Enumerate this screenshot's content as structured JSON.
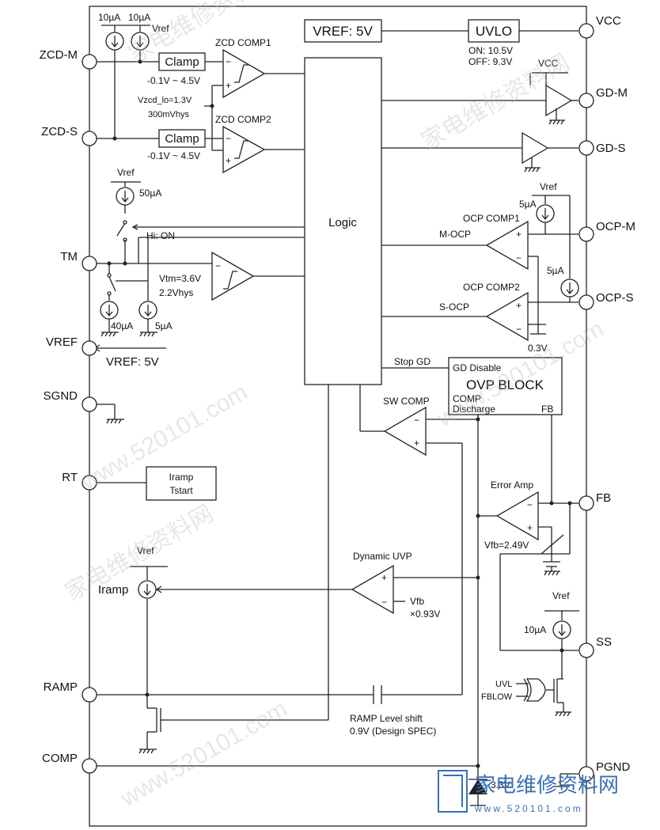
{
  "pins": {
    "vcc": "VCC",
    "gd_m": "GD-M",
    "gd_s": "GD-S",
    "ocp_m": "OCP-M",
    "ocp_s": "OCP-S",
    "fb": "FB",
    "ss": "SS",
    "pgnd": "PGND",
    "zcd_m": "ZCD-M",
    "zcd_s": "ZCD-S",
    "tm": "TM",
    "vref": "VREF",
    "sgnd": "SGND",
    "rt": "RT",
    "ramp": "RAMP",
    "comp": "COMP"
  },
  "blocks": {
    "vref_box": "VREF: 5V",
    "uvlo": "UVLO",
    "uvlo_on": "ON: 10.5V",
    "uvlo_off": "OFF: 9.3V",
    "logic": "Logic",
    "clamp1": "Clamp",
    "clamp2": "Clamp",
    "zcd_comp1": "ZCD COMP1",
    "zcd_comp2": "ZCD COMP2",
    "clamp_range1": "-0.1V ~ 4.5V",
    "clamp_range2": "-0.1V ~ 4.5V",
    "vzcd": "Vzcd_lo=1.3V",
    "vzcd_hys": "300mVhys",
    "cur_10ua_a": "10µA",
    "cur_10ua_b": "10µA",
    "vref_top": "Vref",
    "vref_tm": "Vref",
    "cur_50ua": "50µA",
    "hi_on": "Hi: ON",
    "vtm": "Vtm=3.6V",
    "vtm_hys": "2.2Vhys",
    "cur_40ua": "40µA",
    "cur_5ua_tm": "5µA",
    "vref_out": "VREF: 5V",
    "vcc_gate": "VCC",
    "ocp_comp1": "OCP COMP1",
    "ocp_comp2": "OCP COMP2",
    "m_ocp": "M-OCP",
    "s_ocp": "S-OCP",
    "cur_5ua_ocp1": "5µA",
    "cur_5ua_ocp2": "5µA",
    "vref_ocp": "Vref",
    "v_0_3": "0.3V",
    "stop_gd": "Stop GD",
    "gd_disable": "GD Disable",
    "ovp_block": "OVP BLOCK",
    "comp_dis_1": "COMP",
    "comp_dis_2": "Discharge",
    "fb_port": "FB",
    "sw_comp": "SW COMP",
    "error_amp": "Error Amp",
    "vfb": "Vfb=2.49V",
    "iramp_box_1": "Iramp",
    "iramp_box_2": "Tstart",
    "vref_iramp": "Vref",
    "iramp": "Iramp",
    "dyn_uvp": "Dynamic UVP",
    "vfb_uvp_1": "Vfb",
    "vfb_uvp_2": "×0.93V",
    "vref_ss": "Vref",
    "cur_10ua_ss": "10µA",
    "uvl": "UVL",
    "fblow": "FBLOW",
    "ramp_shift_1": "RAMP Level shift",
    "ramp_shift_2": "0.9V (Design SPEC)",
    "zener": "3.3V",
    "minus": "−",
    "plus": "+"
  },
  "watermark": {
    "text_cn": "家电维修资料网",
    "site": "www.520101.com",
    "logo_cn": "家电维修资料网",
    "logo_url": "www.520101.com"
  }
}
